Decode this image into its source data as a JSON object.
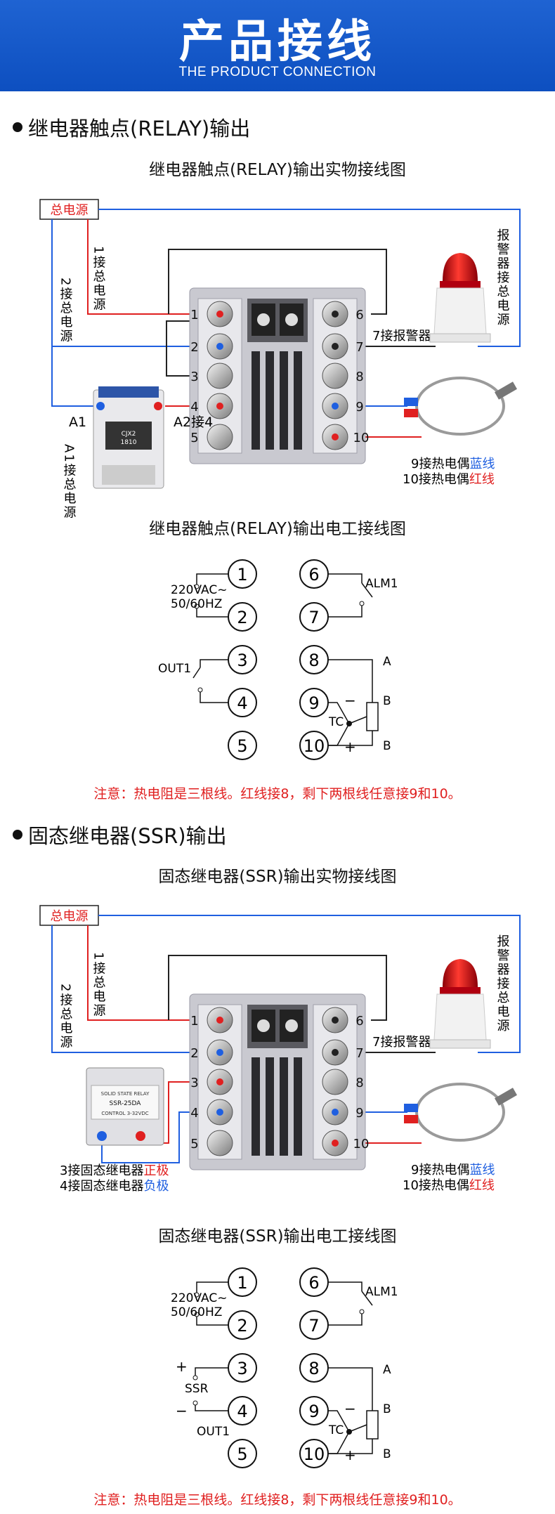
{
  "banner": {
    "title": "产品接线",
    "subtitle": "THE PRODUCT CONNECTION"
  },
  "colors": {
    "banner": "#1250c8",
    "red_wire": "#e02020",
    "blue_wire": "#1f5fe0",
    "red_beacon": "#e0151a"
  },
  "relay": {
    "heading": "继电器触点(RELAY)输出",
    "photo_caption": "继电器触点(RELAY)输出实物接线图",
    "power_box": "总电源",
    "label_1": "1接总电源",
    "label_2": "2接总电源",
    "alarm_power": "报警器接总电源",
    "alarm_7": "7接报警器",
    "terminals": [
      "1",
      "2",
      "3",
      "4",
      "5",
      "6",
      "7",
      "8",
      "9",
      "10"
    ],
    "contactor_a1": "A1接总电源",
    "contactor_a2": "A2接4",
    "contactor_text": [
      "CJX2",
      "1810"
    ],
    "tc9_prefix": "9接热电偶",
    "tc9_color": "蓝线",
    "tc10_prefix": "10接热电偶",
    "tc10_color": "红线",
    "diagram_caption": "继电器触点(RELAY)输出电工接线图",
    "power_text": [
      "220VAC~",
      "50/60HZ"
    ],
    "out_label": "OUT1",
    "alm_label": "ALM1",
    "tc_label": "TC",
    "abb": [
      "A",
      "B",
      "B"
    ],
    "minus": "−",
    "plus": "+",
    "note": "注意：热电阻是三根线。红线接8，剩下两根线任意接9和10。"
  },
  "ssr": {
    "heading": "固态继电器(SSR)输出",
    "photo_caption": "固态继电器(SSR)输出实物接线图",
    "power_box": "总电源",
    "label_1": "1接总电源",
    "label_2": "2接总电源",
    "alarm_power": "报警器接总电源",
    "alarm_7": "7接报警器",
    "terminals": [
      "1",
      "2",
      "3",
      "4",
      "5",
      "6",
      "7",
      "8",
      "9",
      "10"
    ],
    "ssr_text": [
      "SOLID STATE RELAY",
      "SSR-25DA",
      "CONTROL 3-32VDC"
    ],
    "ssr3_prefix": "3接固态继电器",
    "ssr3_color": "正极",
    "ssr4_prefix": "4接固态继电器",
    "ssr4_color": "负极",
    "tc9_prefix": "9接热电偶",
    "tc9_color": "蓝线",
    "tc10_prefix": "10接热电偶",
    "tc10_color": "红线",
    "diagram_caption": "固态继电器(SSR)输出电工接线图",
    "power_text": [
      "220VAC~",
      "50/60HZ"
    ],
    "ssr_label": "SSR",
    "out_label": "OUT1",
    "alm_label": "ALM1",
    "tc_label": "TC",
    "abb": [
      "A",
      "B",
      "B"
    ],
    "minus": "−",
    "plus": "+",
    "note": "注意：热电阻是三根线。红线接8，剩下两根线任意接9和10。"
  }
}
